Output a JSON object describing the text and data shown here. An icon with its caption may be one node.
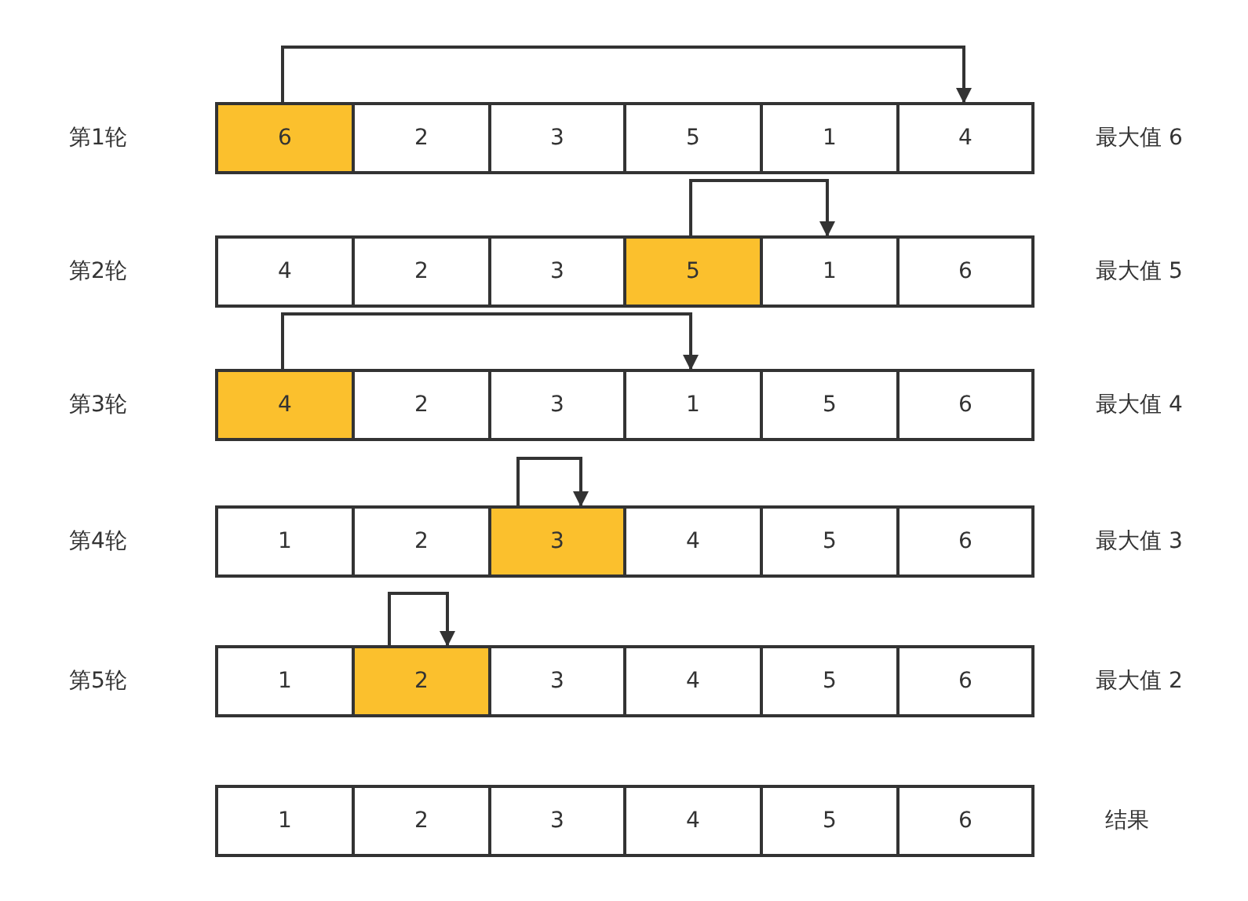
{
  "diagram": {
    "nodes": [
      {
        "text": [
          "6"
        ]
      },
      {
        "text": [
          "2"
        ]
      },
      {
        "text": [
          "3"
        ]
      },
      {
        "text": [
          "5"
        ]
      },
      {
        "text": [
          "1"
        ]
      },
      {
        "text": [
          "4"
        ]
      },
      {
        "text": [
          "4"
        ]
      },
      {
        "text": [
          "2"
        ]
      },
      {
        "text": [
          "3"
        ]
      },
      {
        "text": [
          "5"
        ]
      },
      {
        "text": [
          "1"
        ]
      },
      {
        "text": [
          "6"
        ]
      },
      {
        "text": [
          "4"
        ]
      },
      {
        "text": [
          "2"
        ]
      },
      {
        "text": [
          "3"
        ]
      },
      {
        "text": [
          "1"
        ]
      },
      {
        "text": [
          "5"
        ]
      },
      {
        "text": [
          "6"
        ]
      },
      {
        "text": [
          "1"
        ]
      },
      {
        "text": [
          "2"
        ]
      },
      {
        "text": [
          "3"
        ]
      },
      {
        "text": [
          "4"
        ]
      },
      {
        "text": [
          "5"
        ]
      },
      {
        "text": [
          "6"
        ]
      },
      {
        "text": [
          "1"
        ]
      },
      {
        "text": [
          "2"
        ]
      },
      {
        "text": [
          "3"
        ]
      },
      {
        "text": [
          "4"
        ]
      },
      {
        "text": [
          "5"
        ]
      },
      {
        "text": [
          "6"
        ]
      },
      {
        "text": [
          "1"
        ]
      },
      {
        "text": [
          "2"
        ]
      },
      {
        "text": [
          "3"
        ]
      },
      {
        "text": [
          "4"
        ]
      },
      {
        "text": [
          "5"
        ]
      },
      {
        "text": [
          "6"
        ]
      }
    ],
    "edges": [
      {
        "from": 0,
        "to": 5,
        "arrow": "to"
      },
      {
        "from": 9,
        "to": 10,
        "arrow": "to"
      },
      {
        "from": 12,
        "to": 15,
        "arrow": "to"
      },
      {
        "from": 20,
        "to": 20,
        "arrow": "to"
      },
      {
        "from": 25,
        "to": 25,
        "arrow": "to"
      }
    ],
    "labels": [
      "第1轮",
      "最大值 6",
      "第2轮",
      "最大值 5",
      "第3轮",
      "最大值 4",
      "第4轮",
      "最大值 3",
      "第5轮",
      "最大值 2",
      "结果"
    ]
  }
}
